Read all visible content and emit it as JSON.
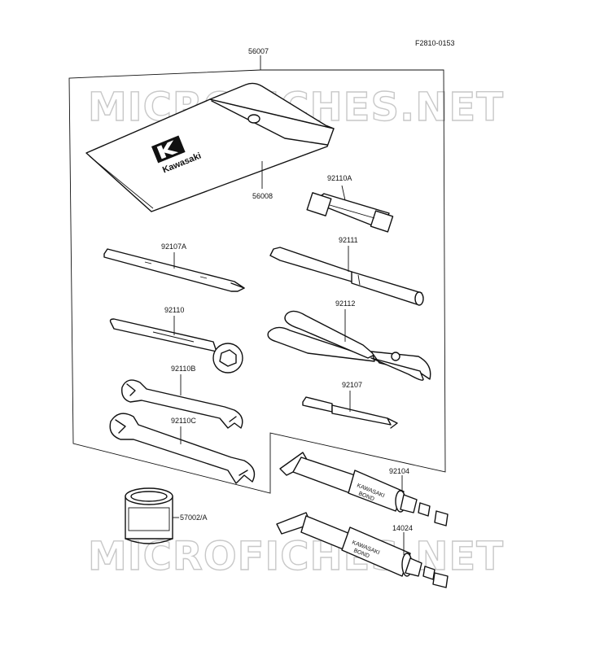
{
  "figure_code": "F2810-0153",
  "watermark_top": "MICROFICHES.NET",
  "watermark_bottom": "MICROFICHES.NET",
  "brand_text": "Kawasaki",
  "tube_print_line1": "KAWASAKI",
  "tube_print_line2": "BOND",
  "parts": {
    "kit": "56007",
    "pouch": "56008",
    "box_wrench": "92110A",
    "screwdriver_a": "92107A",
    "handle": "92111",
    "spanner": "92110",
    "pliers": "92112",
    "wrench_b": "92110B",
    "screwdriver": "92107",
    "wrench_c": "92110C",
    "bond_1": "92104",
    "bond_2": "14024",
    "can": "57002/A"
  }
}
